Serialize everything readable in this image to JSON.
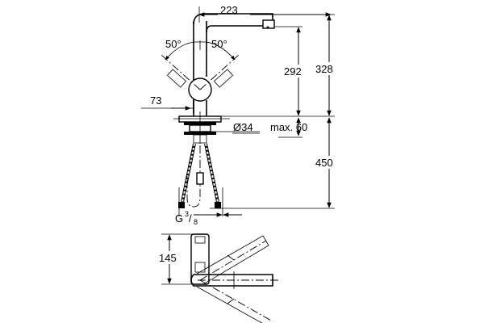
{
  "dimensions": {
    "top_width": "223",
    "angle_left": "50°",
    "angle_right": "50°",
    "spout_height": "292",
    "total_height": "328",
    "offset": "73",
    "hole_diameter": "Ø34",
    "max_thickness": "max. 60",
    "hose_length": "450",
    "thread_prefix": "G",
    "thread_num": "3",
    "thread_den": "8",
    "base_depth": "145"
  }
}
